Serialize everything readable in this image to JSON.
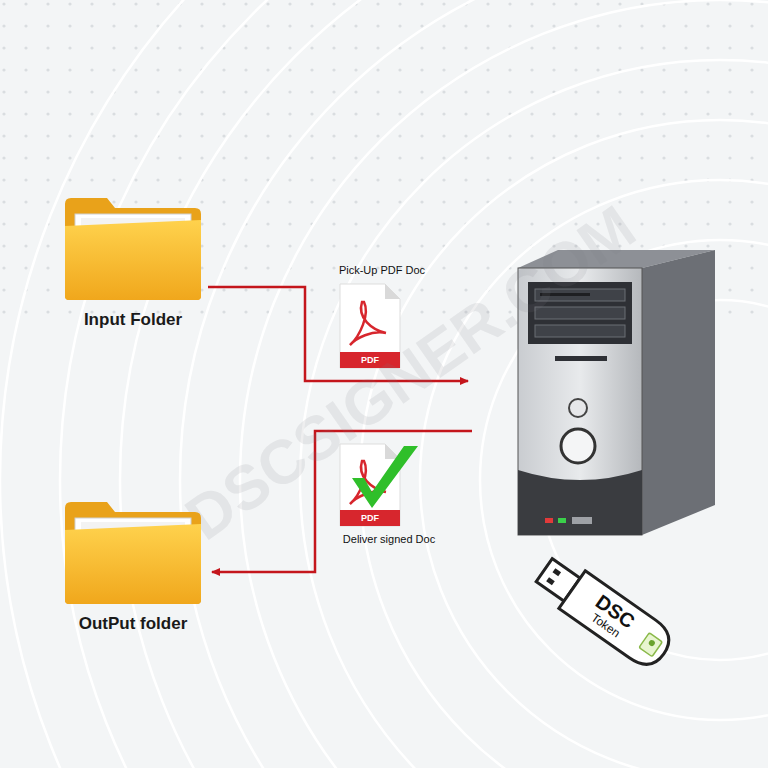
{
  "diagram": {
    "nodes": [
      {
        "text": [
          "Input Folder"
        ]
      },
      {
        "text": [
          "OutPut folder"
        ]
      },
      {
        "text": [
          "DSC",
          "Token"
        ]
      }
    ],
    "labels": [
      "DSCSIGNER.COM",
      "Pick-Up PDF Doc",
      "PDF",
      "PDF",
      "Deliver signed Doc"
    ]
  }
}
